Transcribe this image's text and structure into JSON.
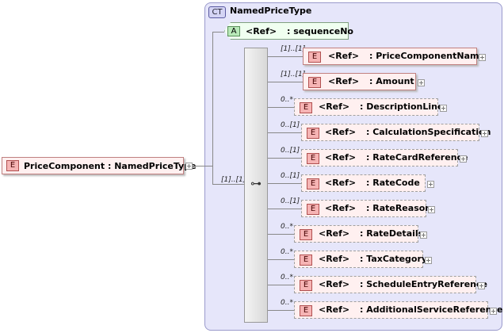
{
  "complex_type": {
    "badge": "CT",
    "name": "NamedPriceType"
  },
  "root": {
    "badge": "E",
    "label": "PriceComponent : NamedPriceType"
  },
  "attribute": {
    "badge": "A",
    "ref": "<Ref>",
    "name": ": sequenceNo"
  },
  "sequence_cardinality": "[1]..[1]",
  "children": [
    {
      "card": "[1]..[1]",
      "ref": "<Ref>",
      "name": ": PriceComponentName",
      "required": true
    },
    {
      "card": "[1]..[1]",
      "ref": "<Ref>",
      "name": ": Amount",
      "required": true
    },
    {
      "card": "0..*",
      "ref": "<Ref>",
      "name": ": DescriptionLine",
      "required": false
    },
    {
      "card": "0..[1]",
      "ref": "<Ref>",
      "name": ": CalculationSpecification",
      "required": false
    },
    {
      "card": "0..[1]",
      "ref": "<Ref>",
      "name": ": RateCardReference",
      "required": false
    },
    {
      "card": "0..[1]",
      "ref": "<Ref>",
      "name": ": RateCode",
      "required": false
    },
    {
      "card": "0..[1]",
      "ref": "<Ref>",
      "name": ": RateReason",
      "required": false
    },
    {
      "card": "0..*",
      "ref": "<Ref>",
      "name": ": RateDetails",
      "required": false
    },
    {
      "card": "0..*",
      "ref": "<Ref>",
      "name": ": TaxCategory",
      "required": false
    },
    {
      "card": "0..*",
      "ref": "<Ref>",
      "name": ": ScheduleEntryReference",
      "required": false
    },
    {
      "card": "0..*",
      "ref": "<Ref>",
      "name": ": AdditionalServiceReference",
      "required": false
    }
  ],
  "colors": {
    "element_fill": "#fff0f0",
    "element_badge": "#f6b4b4",
    "attribute_fill": "#f0fff0",
    "panel": "#e6e6fa"
  }
}
